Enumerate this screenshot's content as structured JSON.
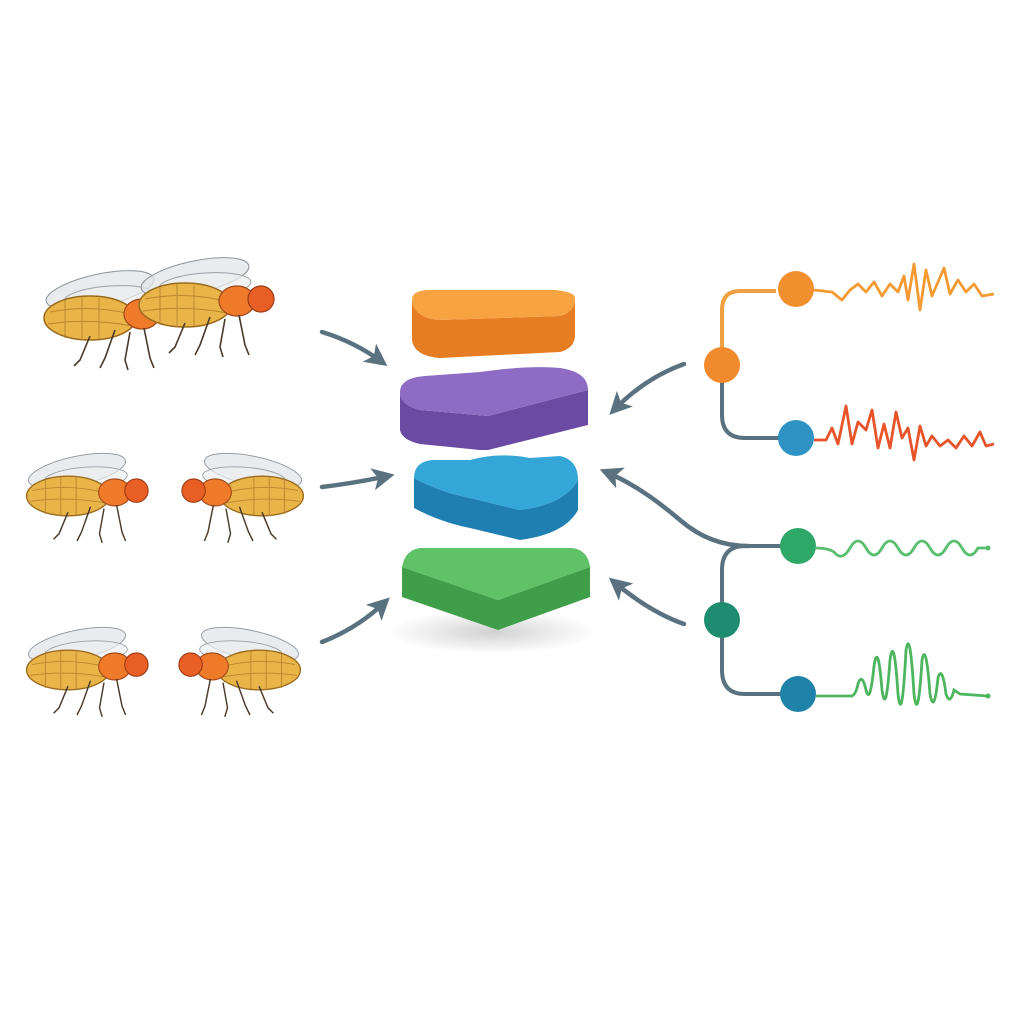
{
  "fly_pairs": [
    {
      "arrangement": "side-by-side",
      "count": 2
    },
    {
      "arrangement": "facing",
      "count": 2
    },
    {
      "arrangement": "facing",
      "count": 2
    }
  ],
  "layers": [
    {
      "color": "#F2922F",
      "shape": "arch"
    },
    {
      "color": "#8160B8",
      "shape": "arch"
    },
    {
      "color": "#2FA0D0",
      "shape": "notched"
    },
    {
      "color": "#55BC5C",
      "shape": "wedge"
    }
  ],
  "signal_groups": [
    {
      "branch_color": "#F08A2C",
      "signals": [
        {
          "node_color": "#F29030",
          "wave_color": "#F39A33",
          "kind": "noisy"
        },
        {
          "node_color": "#2E93C4",
          "wave_color": "#E8542A",
          "kind": "noisy"
        }
      ]
    },
    {
      "branch_color": "#1E8C6E",
      "signals": [
        {
          "node_color": "#2EA866",
          "wave_color": "#59BE6E",
          "kind": "sine"
        },
        {
          "node_color": "#1F82A8",
          "wave_color": "#4CB55E",
          "kind": "burst"
        }
      ]
    }
  ],
  "arrow_color": "#5A7280"
}
